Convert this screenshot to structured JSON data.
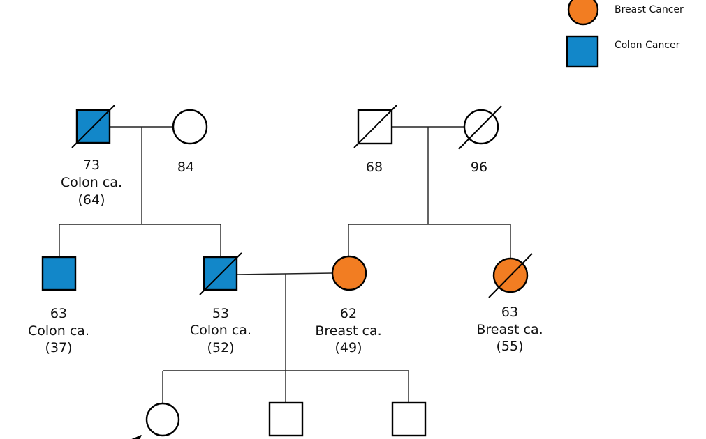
{
  "colors": {
    "breast_cancer": "#f27d22",
    "colon_cancer": "#1287c9",
    "unaffected": "#ffffff",
    "outline": "#000000"
  },
  "legend": {
    "breast": {
      "label": "Breast Cancer",
      "icon": "circle-icon"
    },
    "colon": {
      "label": "Colon Cancer",
      "icon": "square-icon"
    }
  },
  "individuals": {
    "pgf": {
      "sex": "male",
      "condition": "colon",
      "deceased": true,
      "lines": [
        "73",
        "Colon ca.",
        "(64)"
      ]
    },
    "pgm": {
      "sex": "female",
      "condition": "none",
      "deceased": false,
      "lines": [
        "84"
      ]
    },
    "mgf": {
      "sex": "male",
      "condition": "none",
      "deceased": true,
      "lines": [
        "68"
      ]
    },
    "mgm": {
      "sex": "female",
      "condition": "none",
      "deceased": true,
      "lines": [
        "96"
      ]
    },
    "uncle": {
      "sex": "male",
      "condition": "colon",
      "deceased": false,
      "lines": [
        "63",
        "Colon ca.",
        "(37)"
      ]
    },
    "father": {
      "sex": "male",
      "condition": "colon",
      "deceased": true,
      "lines": [
        "53",
        "Colon ca.",
        "(52)"
      ]
    },
    "mother": {
      "sex": "female",
      "condition": "breast",
      "deceased": false,
      "lines": [
        "62",
        "Breast ca.",
        "(49)"
      ]
    },
    "aunt": {
      "sex": "female",
      "condition": "breast",
      "deceased": true,
      "lines": [
        "63",
        "Breast ca.",
        "(55)"
      ]
    },
    "proband": {
      "sex": "female",
      "condition": "none",
      "deceased": false,
      "proband": true,
      "lines": []
    },
    "brother1": {
      "sex": "male",
      "condition": "none",
      "deceased": false,
      "lines": []
    },
    "brother2": {
      "sex": "male",
      "condition": "none",
      "deceased": false,
      "lines": []
    }
  }
}
